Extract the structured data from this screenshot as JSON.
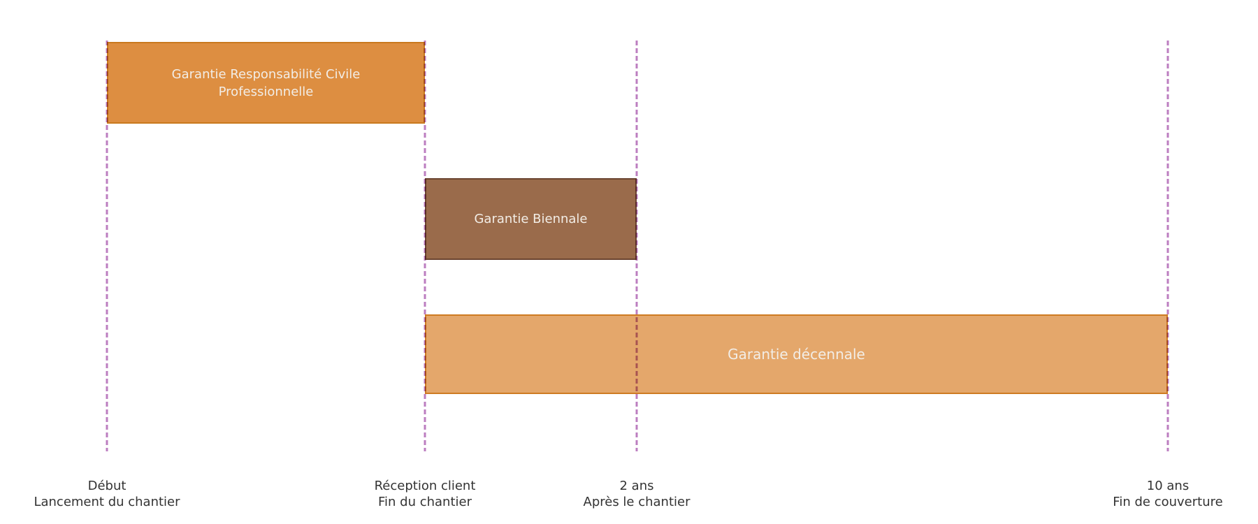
{
  "colors": {
    "background": "#ffffff",
    "milestone_line": "#bc7ec0",
    "axis_label_text": "#333333",
    "bar_label_text": "#f2ede6",
    "bar_rcp_fill": "#dd8e41",
    "bar_rcp_border": "#c9791e",
    "bar_biennale_fill": "#9a6b4b",
    "bar_biennale_border": "#6b4430",
    "bar_decennale_fill": "#e4a76b",
    "bar_decennale_border": "#ce7b22"
  },
  "chart_data": {
    "type": "bar",
    "variant": "horizontal-timeline-gantt",
    "title": "",
    "grid": false,
    "legend": false,
    "axis_range_fraction": [
      0,
      1
    ],
    "milestones": [
      {
        "id": "debut",
        "label_line1": "Début",
        "label_line2": "Lancement du chantier",
        "position_fraction": 0.0
      },
      {
        "id": "reception",
        "label_line1": "Réception client",
        "label_line2": "Fin du chantier",
        "position_fraction": 0.3
      },
      {
        "id": "deux_ans",
        "label_line1": "2 ans",
        "label_line2": "Après le chantier",
        "position_fraction": 0.5
      },
      {
        "id": "dix_ans",
        "label_line1": "10 ans",
        "label_line2": "Fin de couverture",
        "position_fraction": 1.0
      }
    ],
    "bars": [
      {
        "label": "Garantie Responsabilité Civile Professionnelle",
        "start_milestone": "debut",
        "end_milestone": "reception",
        "row": 0,
        "fill": "#dd8e41",
        "border": "#c9791e"
      },
      {
        "label": "Garantie Biennale",
        "start_milestone": "reception",
        "end_milestone": "deux_ans",
        "row": 1,
        "fill": "#9a6b4b",
        "border": "#6b4430"
      },
      {
        "label": "Garantie décennale",
        "start_milestone": "reception",
        "end_milestone": "dix_ans",
        "row": 2,
        "fill": "#e4a76b",
        "border": "#ce7b22"
      }
    ]
  }
}
